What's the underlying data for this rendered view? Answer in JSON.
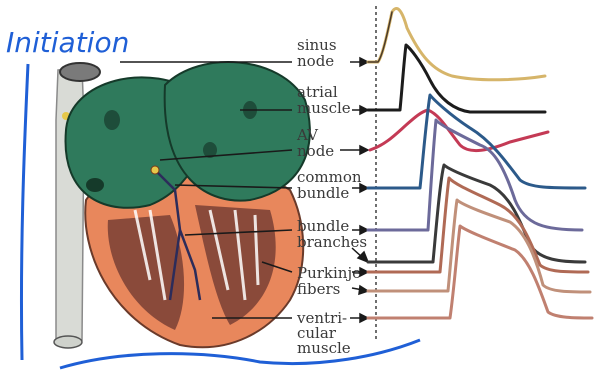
{
  "annotation": {
    "handwritten_word": "Initiation",
    "color": "#1f5fd6"
  },
  "labels": {
    "sinus_node": [
      "sinus",
      "node"
    ],
    "atrial_muscle": [
      "atrial",
      "muscle"
    ],
    "av_node": [
      "AV",
      "node"
    ],
    "common_bundle": [
      "common",
      "bundle"
    ],
    "bundle_branches": [
      "bundle",
      "branches"
    ],
    "purkinje_fibers": [
      "Purkinje",
      "fibers"
    ],
    "ventricular_muscle": [
      "ventri-",
      "cular",
      "muscle"
    ]
  },
  "colors": {
    "atria": "#2f7a5c",
    "ventricle": "#e8875c",
    "ventricle_inner": "#8a4a3a",
    "vessel": "#d9dbd6",
    "trace_sinus": "#d6b56a",
    "trace_atrial": "#1c1c1c",
    "trace_av": "#c43a55",
    "trace_common": "#2c5a8a",
    "trace_bundle": "#6c6a9a",
    "trace_purkinje": "#b06a55",
    "trace_ventricular": "#c08070"
  }
}
